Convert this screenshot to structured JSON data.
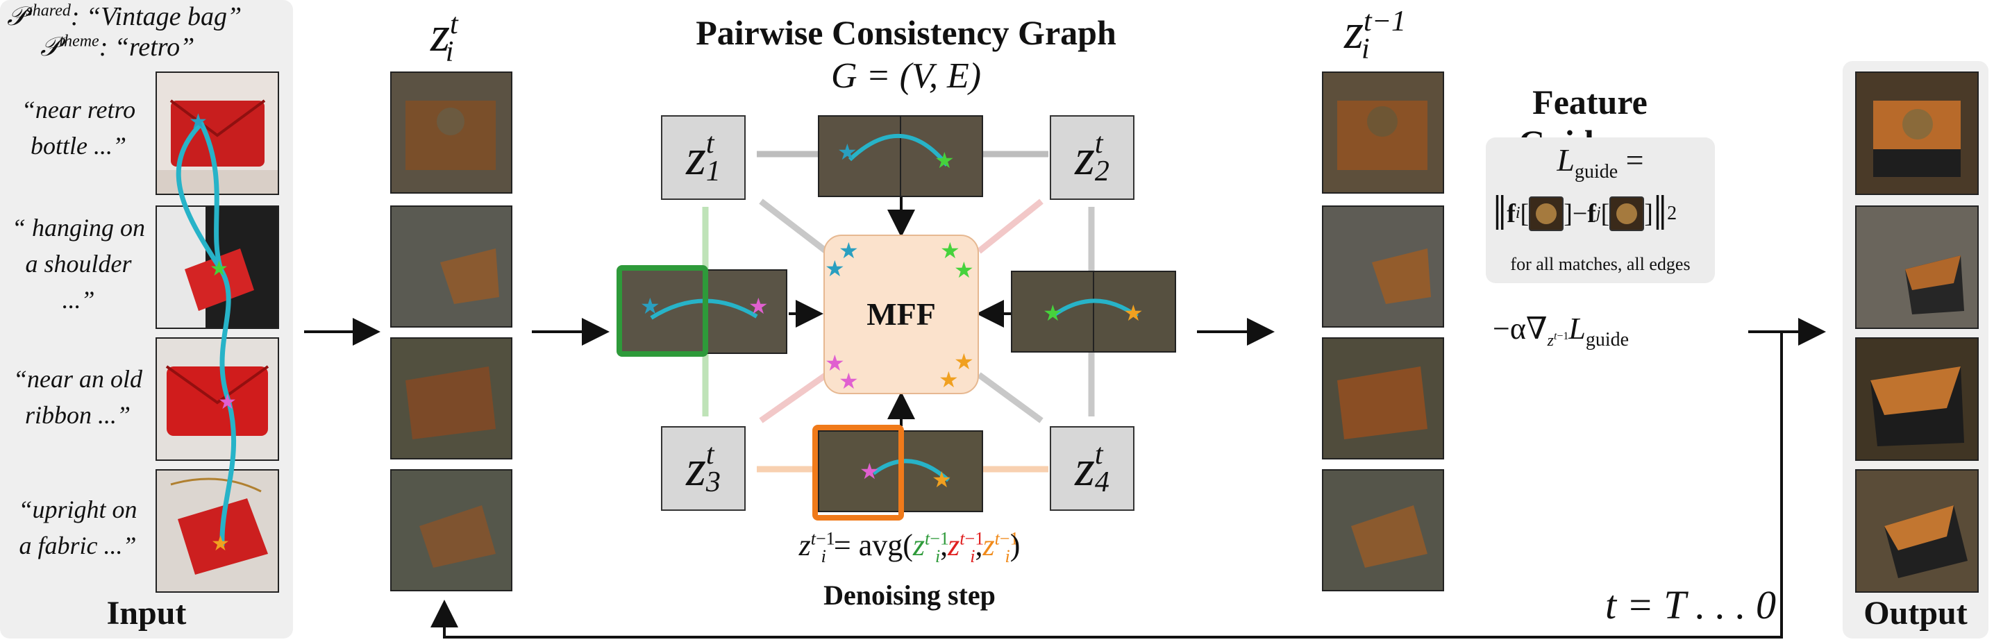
{
  "input": {
    "label": "Input",
    "prompt_shared_key": "shared",
    "prompt_shared_value": ": “Vintage bag”",
    "prompt_theme_key": "theme",
    "prompt_theme_value": ": “retro”",
    "prompts": [
      [
        "“near retro",
        "bottle ...”"
      ],
      [
        "“ hanging on",
        "a shoulder",
        "...”"
      ],
      [
        "“near an old",
        "ribbon ...”"
      ],
      [
        "“upright on",
        "a fabric ...”"
      ]
    ]
  },
  "latents_t": {
    "var": "z",
    "sub": "i",
    "sup": "t"
  },
  "graph": {
    "title": "Pairwise Consistency Graph",
    "equation": "G = (V, E)",
    "nodes": [
      {
        "sub": "1",
        "sup": "t"
      },
      {
        "sub": "2",
        "sup": "t"
      },
      {
        "sub": "3",
        "sup": "t"
      },
      {
        "sub": "4",
        "sup": "t"
      }
    ],
    "center_label": "MFF",
    "avg_lhs": "= avg(",
    "avg_close": ")",
    "caption": "Denoising step"
  },
  "latents_t1": {
    "var": "z",
    "sub": "i",
    "sup": "t−1"
  },
  "guidance": {
    "title": "Feature Guidance",
    "loss_label": "L",
    "loss_sub": "guide",
    "equals": "=",
    "fi": "f",
    "fi_sub": "i",
    "fj": "f",
    "fj_sub": "j",
    "norm_sub": "2",
    "note": "for all matches, all edges",
    "grad_expr": "−α∇",
    "grad_L": "L",
    "grad_L_sub": "guide"
  },
  "loop": {
    "label": "t = T . . . 0"
  },
  "output": {
    "label": "Output"
  },
  "colors": {
    "cyan": "#27b3c8",
    "green_star": "#46d23c",
    "pink_star": "#e060d0",
    "orange_star": "#f0a020",
    "blue_star": "#2a9fc0",
    "green_frame": "#2e9a3a",
    "orange_frame": "#f07a1a",
    "mff_fill": "#fbe2cc",
    "avg_green": "#2e9a3a",
    "avg_red": "#e02020",
    "avg_orange": "#f08a1a"
  }
}
